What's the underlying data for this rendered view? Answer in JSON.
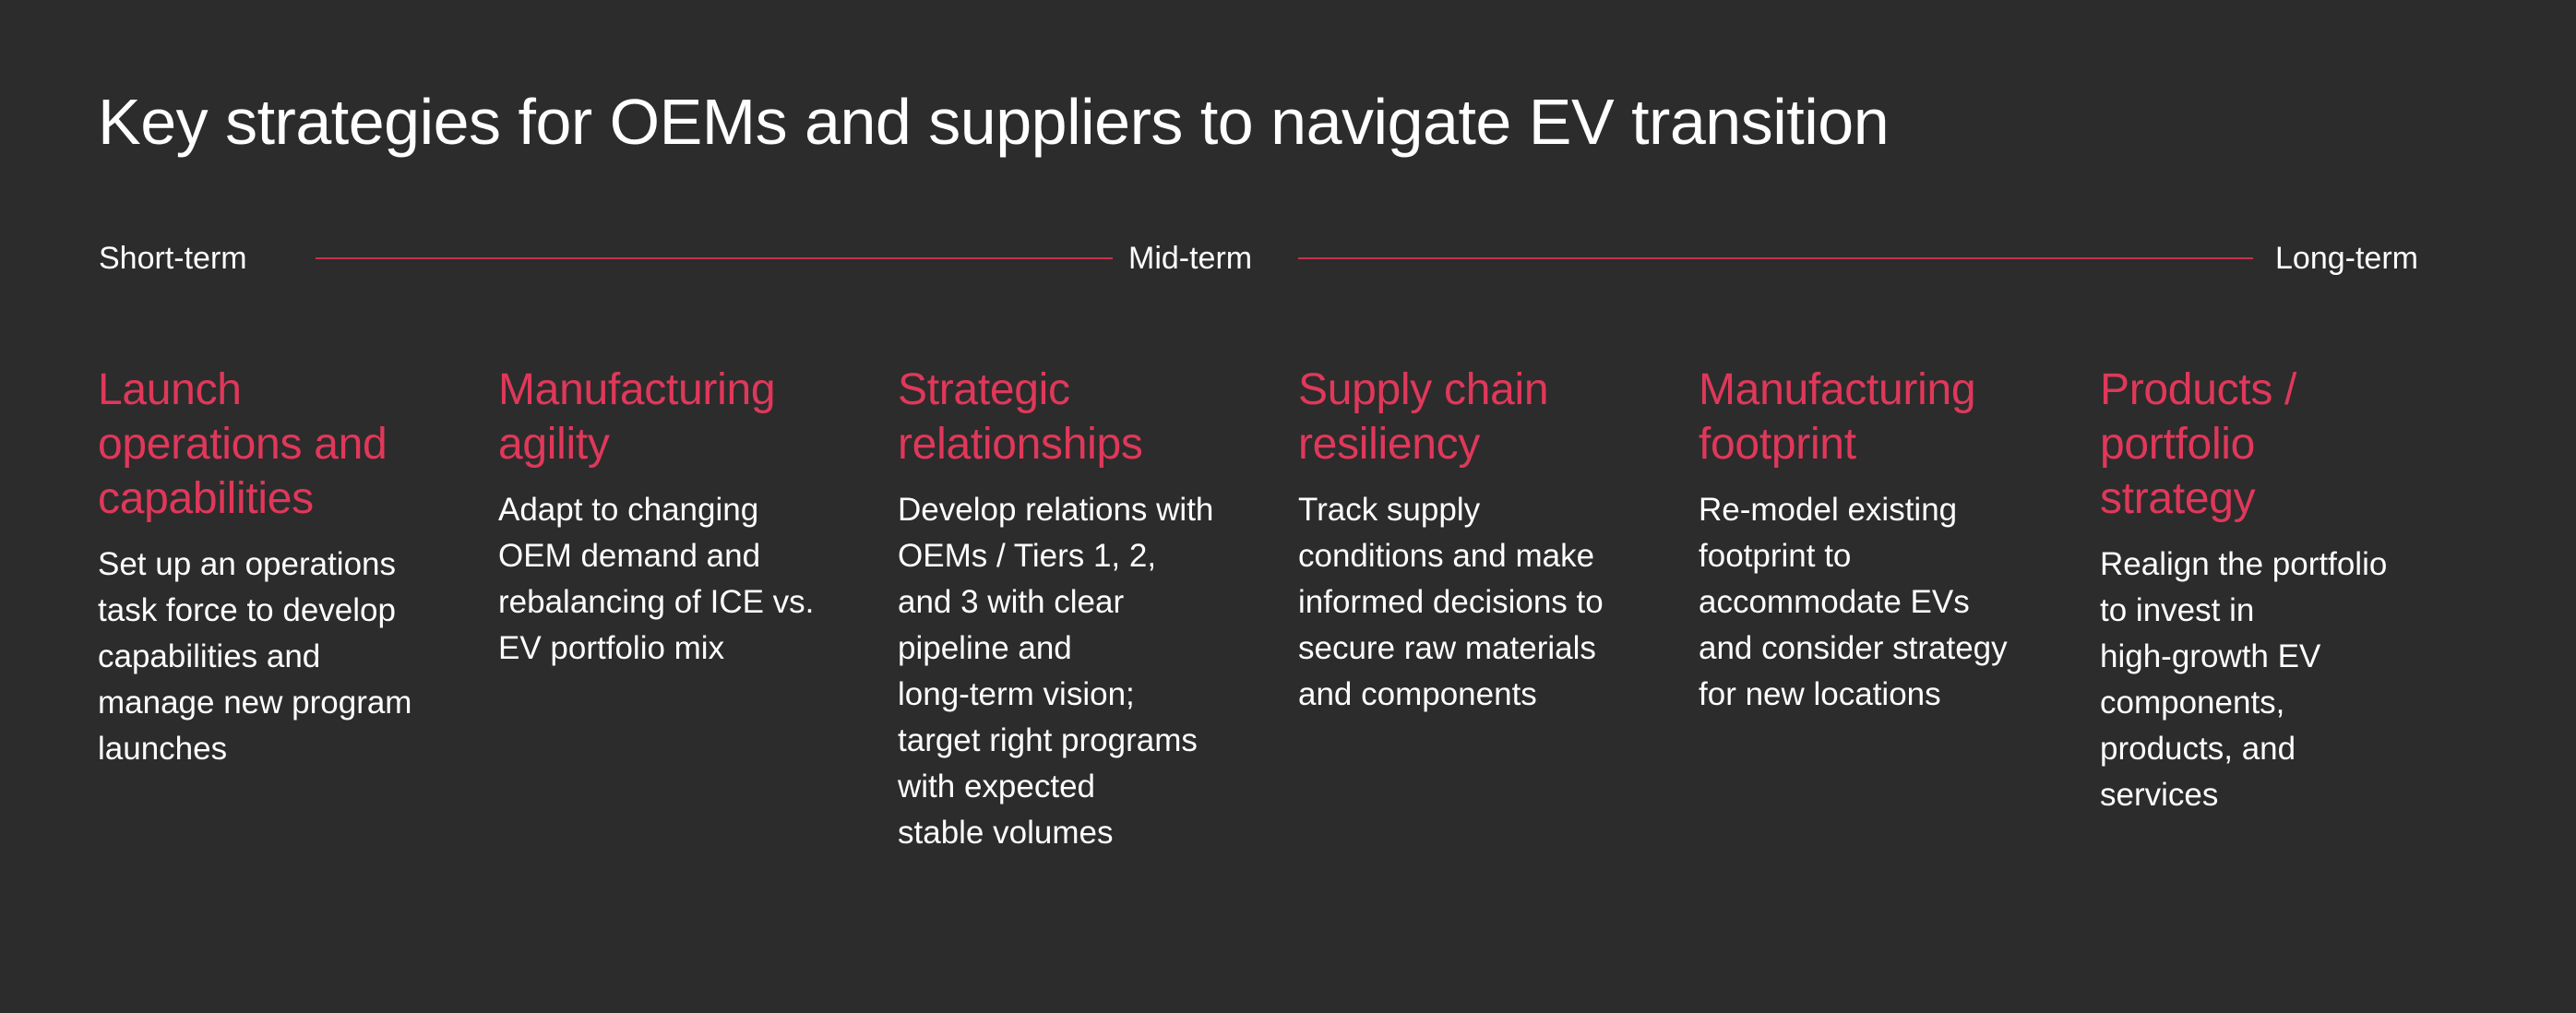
{
  "title": "Key strategies for OEMs and suppliers to navigate EV transition",
  "timeline": {
    "short": "Short-term",
    "mid": "Mid-term",
    "long": "Long-term",
    "line_color": "#c8324c"
  },
  "accent_color": "#e0385a",
  "columns": [
    {
      "heading": [
        "Launch",
        "operations and",
        "capabilities"
      ],
      "body": [
        "Set up an operations",
        "task force to develop",
        "capabilities and",
        "manage new program",
        "launches"
      ]
    },
    {
      "heading": [
        "Manufacturing",
        "agility"
      ],
      "body": [
        "Adapt to changing",
        "OEM demand and",
        "rebalancing of ICE vs.",
        "EV portfolio mix"
      ]
    },
    {
      "heading": [
        "Strategic",
        "relationships"
      ],
      "body": [
        "Develop relations with",
        "OEMs / Tiers 1, 2,",
        "and 3 with clear",
        "pipeline and",
        "long-term vision;",
        "target right programs",
        "with expected",
        "stable volumes"
      ]
    },
    {
      "heading": [
        "Supply chain",
        "resiliency"
      ],
      "body": [
        "Track supply",
        "conditions and make",
        "informed decisions to",
        "secure raw materials",
        "and components"
      ]
    },
    {
      "heading": [
        "Manufacturing",
        "footprint"
      ],
      "body": [
        "Re-model existing",
        "footprint to",
        "accommodate EVs",
        "and consider strategy",
        "for new locations"
      ]
    },
    {
      "heading": [
        "Products /",
        "portfolio",
        "strategy"
      ],
      "body": [
        "Realign the portfolio",
        "to invest in",
        "high-growth EV",
        "components,",
        "products, and",
        "services"
      ]
    }
  ]
}
